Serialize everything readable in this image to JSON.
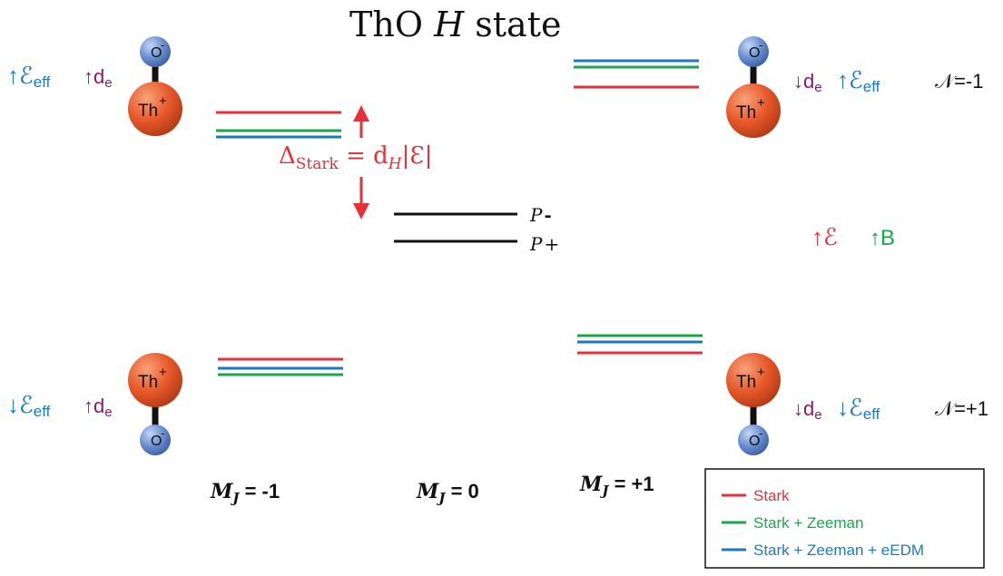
{
  "title": {
    "main": "ThO ",
    "italic": "H",
    "suffix": " state"
  },
  "colors": {
    "stark": "#e8303a",
    "zeeman": "#1aa64a",
    "edm": "#1a7ac0",
    "black": "#111111",
    "purple": "#8b1a6b",
    "molecule_th": "#e8592a",
    "molecule_o": "#6a8fd0"
  },
  "molecules": {
    "th_label": "Th",
    "o_label": "O",
    "plus": "+",
    "minus": "-"
  },
  "quadrant_labels": {
    "top_left": {
      "field": "↑ℰ",
      "field_sub": "eff",
      "dipole": "↑d",
      "dipole_sub": "e"
    },
    "bottom_left": {
      "field": "↓ℰ",
      "field_sub": "eff",
      "dipole": "↑d",
      "dipole_sub": "e"
    },
    "top_right": {
      "dipole": "↓d",
      "dipole_sub": "e",
      "field": "↑ℰ",
      "field_sub": "eff",
      "n_label": "𝒩=-1"
    },
    "bottom_right": {
      "dipole": "↓d",
      "dipole_sub": "e",
      "field": "↓ℰ",
      "field_sub": "eff",
      "n_label": "𝒩=+1"
    }
  },
  "stark_annotation": {
    "delta": "Δ",
    "delta_sub": "Stark",
    "equals": " = d",
    "d_sub": "H",
    "rest": "|Ɛ|"
  },
  "parity_levels": {
    "p_minus": "P",
    "p_minus_sign": "-",
    "p_plus": "P",
    "p_plus_sign": "+"
  },
  "applied_fields": {
    "e_field": "↑ℰ",
    "b_field": "↑B"
  },
  "mj_labels": [
    {
      "prefix": "M",
      "sub": "J",
      "value": " = -1"
    },
    {
      "prefix": "M",
      "sub": "J",
      "value": " = 0"
    },
    {
      "prefix": "M",
      "sub": "J",
      "value": " = +1"
    }
  ],
  "legend": {
    "items": [
      {
        "label": "Stark",
        "color_key": "stark"
      },
      {
        "label": "Stark + Zeeman",
        "color_key": "zeeman"
      },
      {
        "label": "Stark + Zeeman + eEDM",
        "color_key": "edm"
      }
    ]
  }
}
